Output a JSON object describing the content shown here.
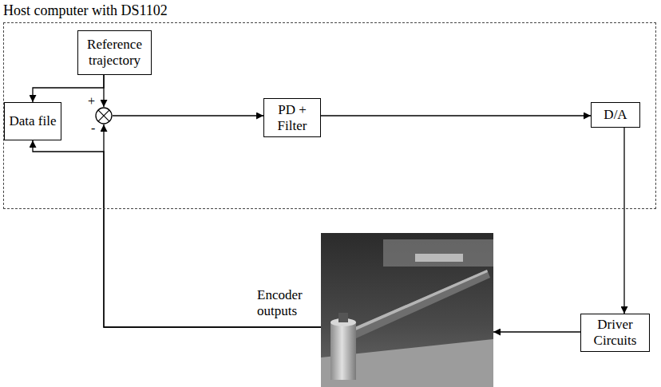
{
  "diagram": {
    "nodes": [
      {
        "text": [
          "Host computer with DS1102"
        ]
      },
      {
        "text": [
          "Reference trajectory"
        ],
        "in": 0
      },
      {
        "text": [
          "Data file"
        ],
        "in": 0
      },
      {
        "text": [
          "+",
          "-"
        ],
        "in": 0
      },
      {
        "text": [
          "PD + Filter"
        ],
        "in": 0
      },
      {
        "text": [
          "D/A"
        ],
        "in": 0
      },
      {
        "text": [
          "Encoder outputs"
        ]
      },
      {
        "text": [
          "Driver Circuits"
        ]
      }
    ],
    "edges": [
      {
        "from": 1,
        "to": 3,
        "arrow": "to"
      },
      {
        "from": 1,
        "to": 2,
        "arrow": "to"
      },
      {
        "from": 3,
        "to": 4,
        "arrow": "to"
      },
      {
        "from": 4,
        "to": 5,
        "arrow": "to"
      },
      {
        "from": 5,
        "to": 7,
        "arrow": "to"
      },
      {
        "from": 7,
        "to": 6,
        "arrow": "to"
      },
      {
        "from": 6,
        "to": 3,
        "arrow": "to"
      },
      {
        "from": 6,
        "to": 2,
        "arrow": "to"
      }
    ]
  }
}
